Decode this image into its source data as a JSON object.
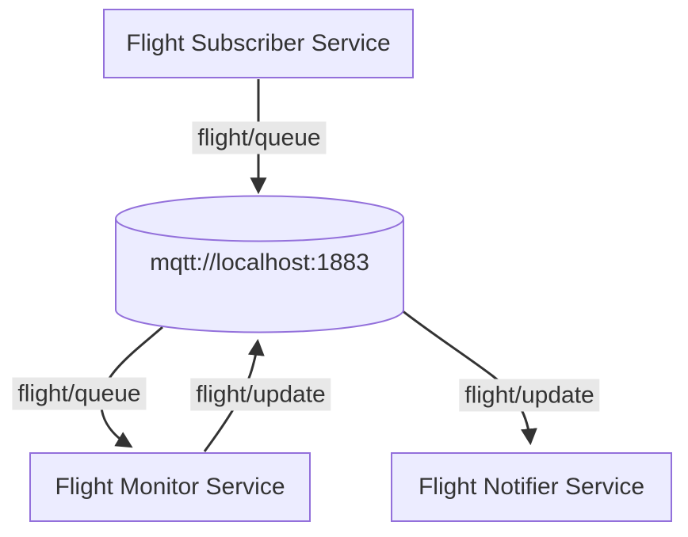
{
  "diagram": {
    "type": "flowchart",
    "background": "#ffffff",
    "colors": {
      "node_fill": "#ECECFF",
      "node_border": "#9370DB",
      "edge_line": "#333333",
      "edge_label_bg": "#e8e8e8",
      "text": "#333333"
    },
    "nodes": {
      "subscriber": {
        "label": "Flight Subscriber Service",
        "shape": "rectangle"
      },
      "broker": {
        "label": "mqtt://localhost:1883",
        "shape": "cylinder"
      },
      "monitor": {
        "label": "Flight Monitor Service",
        "shape": "rectangle"
      },
      "notifier": {
        "label": "Flight Notifier Service",
        "shape": "rectangle"
      }
    },
    "edges": {
      "subscriber_to_broker": {
        "from": "subscriber",
        "to": "broker",
        "label": "flight/queue"
      },
      "broker_to_monitor": {
        "from": "broker",
        "to": "monitor",
        "label": "flight/queue"
      },
      "monitor_to_broker": {
        "from": "monitor",
        "to": "broker",
        "label": "flight/update"
      },
      "broker_to_notifier": {
        "from": "broker",
        "to": "notifier",
        "label": "flight/update"
      }
    }
  }
}
